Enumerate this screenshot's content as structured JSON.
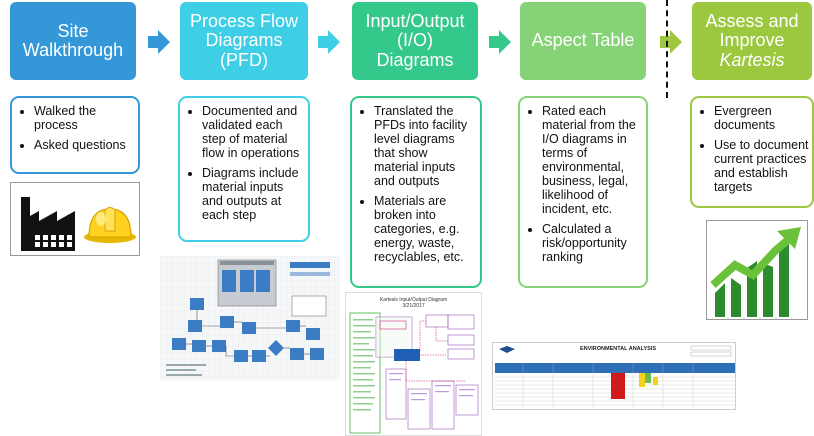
{
  "stages": [
    {
      "lines": [
        "Site",
        "Walkthrough"
      ],
      "color": "#3498d8"
    },
    {
      "lines": [
        "Process Flow",
        "Diagrams",
        "(PFD)"
      ],
      "color": "#3ecfe6"
    },
    {
      "lines": [
        "Input/Output",
        "(I/O)",
        "Diagrams"
      ],
      "color": "#34c98a"
    },
    {
      "lines": [
        "Aspect Table"
      ],
      "color": "#85d376"
    },
    {
      "lines": [
        "Assess and",
        "Improve",
        "Kartesis"
      ],
      "color": "#9bc83f"
    }
  ],
  "details": [
    {
      "items": [
        "Walked the process",
        "Asked questions"
      ],
      "border": "#3498d8"
    },
    {
      "items": [
        "Documented and validated each step of material flow in operations",
        "Diagrams include material inputs and outputs at each step"
      ],
      "border": "#3ecfe6"
    },
    {
      "items": [
        "Translated the PFDs into facility level diagrams that show material inputs and outputs",
        "Materials are broken into categories, e.g. energy, waste, recyclables, etc."
      ],
      "border": "#34c98a"
    },
    {
      "items": [
        "Rated each material from the I/O diagrams in terms of environmental, business, legal, likelihood of incident, etc.",
        "Calculated a risk/opportunity ranking"
      ],
      "border": "#85d376"
    },
    {
      "items": [
        "Evergreen documents",
        "Use to document current practices and establish targets"
      ],
      "border": "#9bc83f"
    }
  ],
  "thumbnails": {
    "io_title": "Kartesis Input/Output Diagram",
    "io_date": "3/21/2017",
    "table_title": "ENVIRONMENTAL ANALYSIS"
  },
  "icons": [
    "factory-icon",
    "hard-hat-icon",
    "growth-chart-icon"
  ]
}
